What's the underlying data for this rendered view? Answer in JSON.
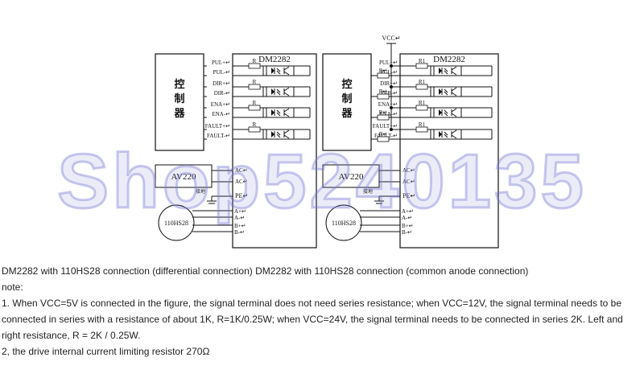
{
  "left_diagram": {
    "controller_label": "控\n制\n器",
    "driver_title": "DM2282",
    "signals": [
      "PUL+",
      "PUL-",
      "DIR+",
      "DIR-",
      "ENA+",
      "ENA-",
      "FAULT+",
      "FAULT-"
    ],
    "resistor_label": "R",
    "power_label": "AV220",
    "ac_labels": [
      "AC",
      "AC"
    ],
    "pe_label": "PE",
    "ground_label": "接地",
    "motor_label": "110HS28",
    "motor_pins": [
      "A+",
      "A-",
      "B+",
      "B-"
    ]
  },
  "right_diagram": {
    "vcc_label": "VCC",
    "controller_label": "控\n制\n器",
    "driver_title": "DM2282",
    "signals": [
      "PUL+",
      "PUL-",
      "DIR+",
      "DIR-",
      "ENA+",
      "ENA-",
      "FAULT+",
      "FAULT-"
    ],
    "resistor_label": "R",
    "inner_resistor_label": "R1",
    "power_label": "AV220",
    "ac_labels": [
      "AC",
      "AC"
    ],
    "pe_label": "PE",
    "ground_label": "接地",
    "motor_label": "110HS28",
    "motor_pins": [
      "A+",
      "A-",
      "B+",
      "B-"
    ]
  },
  "watermark": "Shop5240135",
  "notes": {
    "caption": "DM2282 with 110HS28 connection (differential connection) DM2282 with 110HS28 connection (common anode connection)",
    "note_label": "note:",
    "line1": "1. When VCC=5V is connected in the figure, the signal terminal does not need series resistance; when VCC=12V, the signal terminal needs to be connected in series with a resistance of about 1K, R=1K/0.25W; when VCC=24V, the signal terminal needs to be connected in series 2K. Left and right resistance, R = 2K / 0.25W.",
    "line2": "2, the drive internal current limiting resistor 270Ω"
  }
}
